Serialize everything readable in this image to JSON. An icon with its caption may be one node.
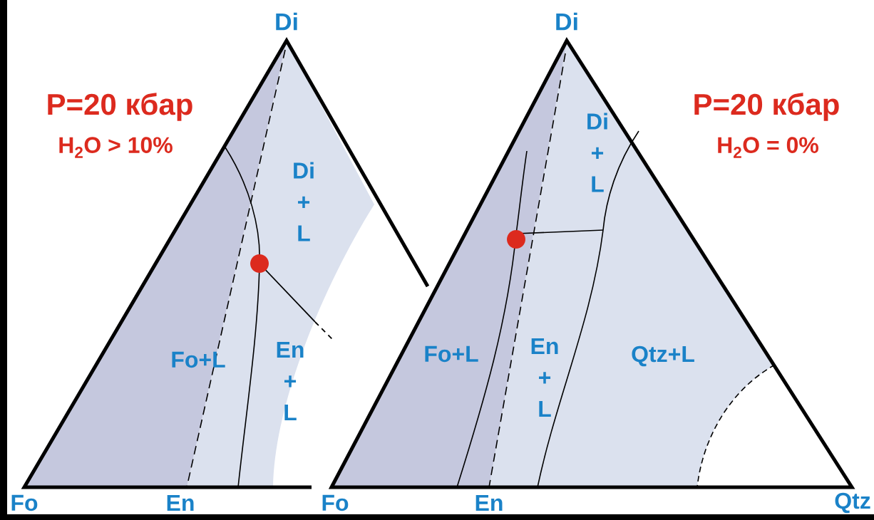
{
  "diagram": {
    "labels": [
      "Di",
      "Di",
      "P=20 кбар",
      "H$_{2}$O > 10%",
      "Di + L",
      "P=20 кбар",
      "H$_{2}$O = 0%",
      "Di + L",
      "Fo+L",
      "En + L",
      "Fo+L",
      "En + L",
      "Qtz+L",
      "Fo",
      "En",
      "Fo",
      "En",
      "Qtz"
    ]
  }
}
